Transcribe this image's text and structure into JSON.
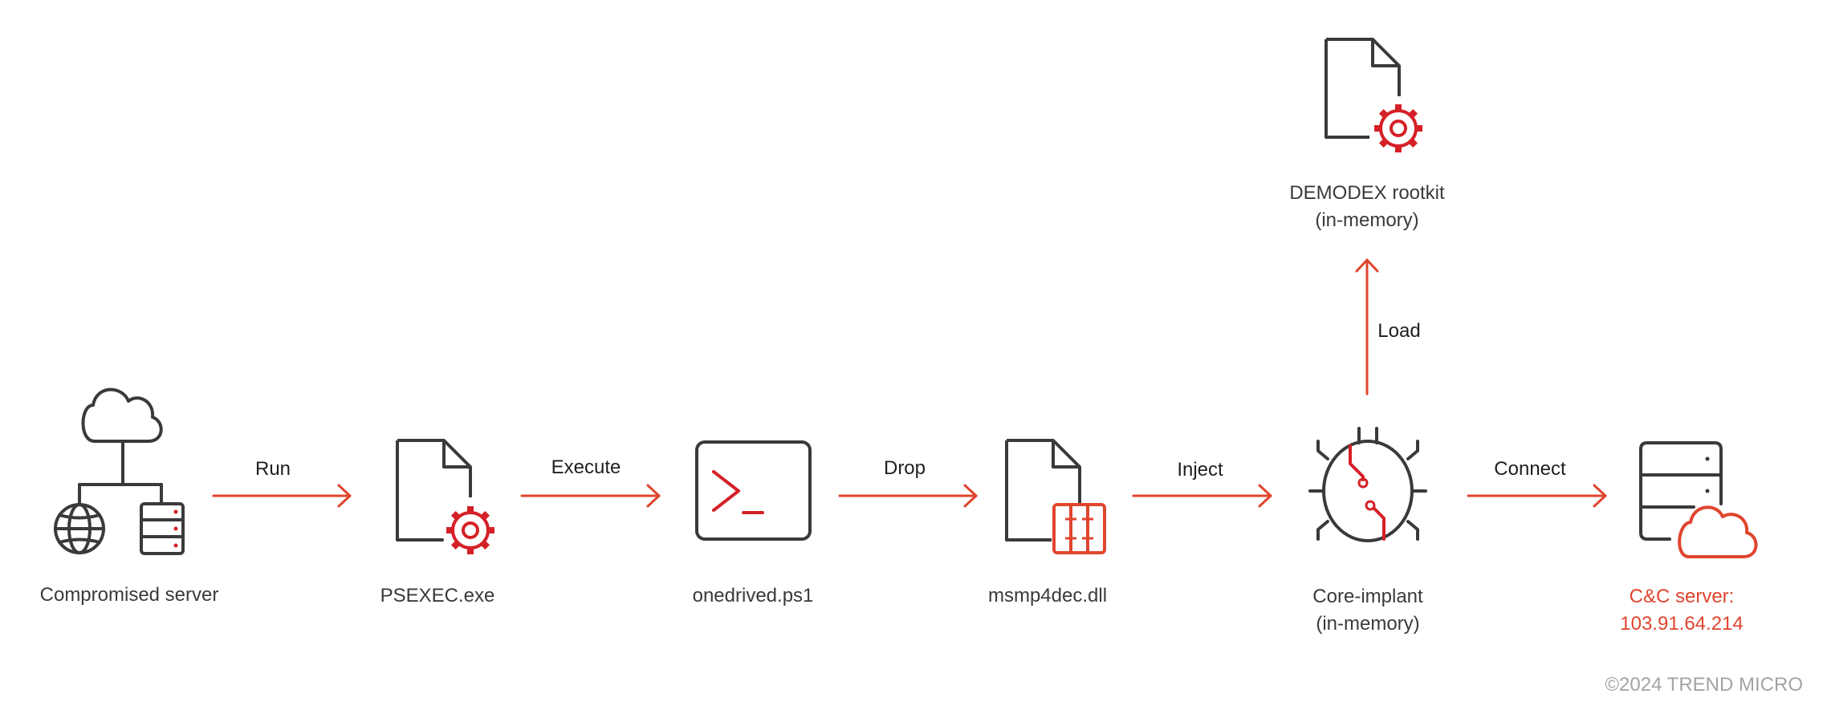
{
  "colors": {
    "stroke": "#3a3a3a",
    "accent_red": "#d52027",
    "accent_orange": "#e0452e",
    "muted": "#a3a3a3"
  },
  "nodes": {
    "server": {
      "icon": "server-network-icon",
      "line1": "Compromised server"
    },
    "psexec": {
      "icon": "executable-file-gear-icon",
      "line1": "PSEXEC.exe"
    },
    "ps1": {
      "icon": "terminal-window-icon",
      "line1": "onedrived.ps1"
    },
    "dll": {
      "icon": "dll-file-icon",
      "line1": "msmp4dec.dll"
    },
    "implant": {
      "icon": "bug-chip-icon",
      "line1": "Core-implant",
      "line2": "(in-memory)"
    },
    "cnc": {
      "icon": "server-cloud-icon",
      "line1": "C&C server:",
      "line2": "103.91.64.214"
    },
    "rootkit": {
      "icon": "file-gear-icon",
      "line1": "DEMODEX rootkit",
      "line2": "(in-memory)"
    }
  },
  "edges": {
    "run": "Run",
    "execute": "Execute",
    "drop": "Drop",
    "inject": "Inject",
    "connect": "Connect",
    "load": "Load"
  },
  "footer": {
    "copyright": "©2024 TREND MICRO"
  }
}
